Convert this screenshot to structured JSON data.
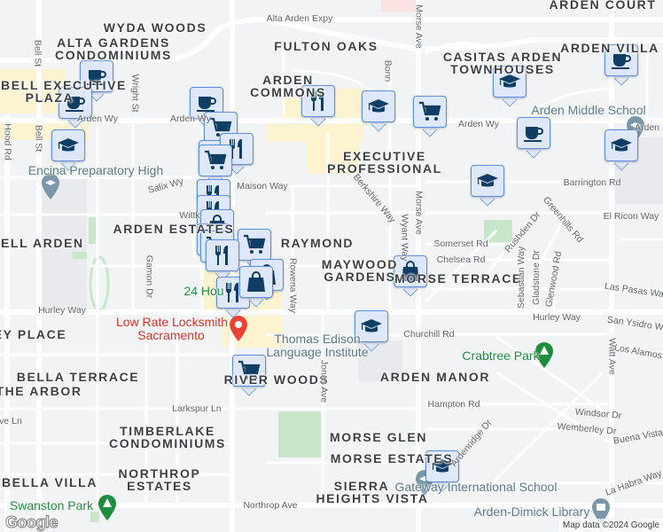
{
  "map": {
    "labels": [
      {
        "text": "WYDA WOODS",
        "kind": "hood"
      },
      {
        "text": "ALTA GARDENS",
        "kind": "hood"
      },
      {
        "text": "CONDOMINIUMS",
        "kind": "hood"
      },
      {
        "text": "BELL EXECUTIVE",
        "kind": "hood"
      },
      {
        "text": "PLAZA",
        "kind": "hood"
      },
      {
        "text": "FULTON OAKS",
        "kind": "hood"
      },
      {
        "text": "ARDEN",
        "kind": "hood"
      },
      {
        "text": "COMMONS",
        "kind": "hood"
      },
      {
        "text": "CASITAS ARDEN",
        "kind": "hood"
      },
      {
        "text": "TOWNHOUSES",
        "kind": "hood"
      },
      {
        "text": "ARDEN COURT",
        "kind": "hood"
      },
      {
        "text": "ARDEN VILLA",
        "kind": "hood"
      },
      {
        "text": "EXECUTIVE",
        "kind": "hood"
      },
      {
        "text": "PROFESSIONAL",
        "kind": "hood"
      },
      {
        "text": "ARDEN ESTATES",
        "kind": "hood"
      },
      {
        "text": "BELL ARDEN",
        "kind": "hood"
      },
      {
        "text": "RAYMOND",
        "kind": "hood"
      },
      {
        "text": "MAYWOOD",
        "kind": "hood"
      },
      {
        "text": "GARDENS",
        "kind": "hood"
      },
      {
        "text": "MORSE TERRACE",
        "kind": "hood"
      },
      {
        "text": "EY PLACE",
        "kind": "hood"
      },
      {
        "text": "BELLA TERRACE",
        "kind": "hood"
      },
      {
        "text": "THE ARBOR",
        "kind": "hood"
      },
      {
        "text": "RIVER WOODS",
        "kind": "hood"
      },
      {
        "text": "ARDEN MANOR",
        "kind": "hood"
      },
      {
        "text": "TIMBERLAKE",
        "kind": "hood"
      },
      {
        "text": "CONDOMINIUMS",
        "kind": "hood"
      },
      {
        "text": "MORSE GLEN",
        "kind": "hood"
      },
      {
        "text": "MORSE ESTATES",
        "kind": "hood"
      },
      {
        "text": "NORTHROP",
        "kind": "hood"
      },
      {
        "text": "ESTATES",
        "kind": "hood"
      },
      {
        "text": "BELLA VILLA",
        "kind": "hood"
      },
      {
        "text": "SIERRA",
        "kind": "hood"
      },
      {
        "text": "HEIGHTS VISTA",
        "kind": "hood"
      },
      {
        "text": "Alta Arden Expy",
        "kind": "street"
      },
      {
        "text": "Arden Wy",
        "kind": "street"
      },
      {
        "text": "Arden Wy",
        "kind": "street"
      },
      {
        "text": "Arden Wy",
        "kind": "street"
      },
      {
        "text": "Arden",
        "kind": "street"
      },
      {
        "text": "Bell St",
        "kind": "street",
        "rot": 90
      },
      {
        "text": "Bell St",
        "kind": "street",
        "rot": 90
      },
      {
        "text": "Hood Rd",
        "kind": "street",
        "rot": 90
      },
      {
        "text": "Wright St",
        "kind": "street",
        "rot": 90
      },
      {
        "text": "Bonn",
        "kind": "street",
        "rot": 90
      },
      {
        "text": "Morse Ave",
        "kind": "street",
        "rot": 90
      },
      {
        "text": "Morse Ave",
        "kind": "street",
        "rot": 90
      },
      {
        "text": "Salix Wy",
        "kind": "street",
        "rot": -15
      },
      {
        "text": "Maison Way",
        "kind": "street"
      },
      {
        "text": "Wittk",
        "kind": "street"
      },
      {
        "text": "Berkshire Way",
        "kind": "street",
        "rot": 50
      },
      {
        "text": "Wyant Way",
        "kind": "street",
        "rot": 90
      },
      {
        "text": "Barrington Rd",
        "kind": "street"
      },
      {
        "text": "El Ricon Way",
        "kind": "street"
      },
      {
        "text": "Somerset Rd",
        "kind": "street"
      },
      {
        "text": "Chelsea Rd",
        "kind": "street"
      },
      {
        "text": "Rushden Dr",
        "kind": "street",
        "rot": -50
      },
      {
        "text": "Greenhills Rd",
        "kind": "street",
        "rot": 50
      },
      {
        "text": "Gamon Dr",
        "kind": "street",
        "rot": 90
      },
      {
        "text": "Rowena Way",
        "kind": "street",
        "rot": 90
      },
      {
        "text": "Sebastian Way",
        "kind": "street",
        "rot": -90
      },
      {
        "text": "Gladstone Dr",
        "kind": "street",
        "rot": -90
      },
      {
        "text": "Glenwood Rd",
        "kind": "street",
        "rot": -80
      },
      {
        "text": "Las Pasas Way",
        "kind": "street",
        "rot": 8
      },
      {
        "text": "Hurley Way",
        "kind": "street"
      },
      {
        "text": "Hurley Way",
        "kind": "street"
      },
      {
        "text": "San Ysidro Way",
        "kind": "street",
        "rot": 8
      },
      {
        "text": "Churchill Rd",
        "kind": "street"
      },
      {
        "text": "Los Alamos",
        "kind": "street",
        "rot": 10
      },
      {
        "text": "Watt Ave",
        "kind": "street",
        "rot": 90
      },
      {
        "text": "Jonas Ave",
        "kind": "street",
        "rot": 90
      },
      {
        "text": "Larkspur Ln",
        "kind": "street"
      },
      {
        "text": "Hampton Rd",
        "kind": "street"
      },
      {
        "text": "Windsor Dr",
        "kind": "street",
        "rot": 5
      },
      {
        "text": "Wemberley Dr",
        "kind": "street",
        "rot": 5
      },
      {
        "text": "Buena Vista",
        "kind": "street",
        "rot": -10
      },
      {
        "text": "La Habra Way",
        "kind": "street",
        "rot": -20
      },
      {
        "text": "Ardenridge Dr",
        "kind": "street",
        "rot": -50
      },
      {
        "text": "Northrop Ave",
        "kind": "street"
      },
      {
        "text": "ve Ln",
        "kind": "street"
      },
      {
        "text": "Encina Preparatory High",
        "kind": "poi"
      },
      {
        "text": "Arden Middle School",
        "kind": "poi"
      },
      {
        "text": "Low Rate Locksmith",
        "kind": "poi red"
      },
      {
        "text": "Sacramento",
        "kind": "poi red"
      },
      {
        "text": "24 Hou",
        "kind": "poi green"
      },
      {
        "text": "Thomas Edison",
        "kind": "poi"
      },
      {
        "text": "Language Institute",
        "kind": "poi"
      },
      {
        "text": "Crabtree Park",
        "kind": "poi green"
      },
      {
        "text": "Swanston Park",
        "kind": "poi green"
      },
      {
        "text": "Gateway International School",
        "kind": "poi"
      },
      {
        "text": "Arden-Dimick Library",
        "kind": "poi"
      }
    ],
    "markers": [
      {
        "type": "coffee"
      },
      {
        "type": "coffee"
      },
      {
        "type": "school"
      },
      {
        "type": "coffee"
      },
      {
        "type": "cart"
      },
      {
        "type": "cart"
      },
      {
        "type": "restaurant"
      },
      {
        "type": "cart"
      },
      {
        "type": "restaurant"
      },
      {
        "type": "school"
      },
      {
        "type": "school"
      },
      {
        "type": "cart"
      },
      {
        "type": "coffee"
      },
      {
        "type": "coffee"
      },
      {
        "type": "school"
      },
      {
        "type": "school"
      },
      {
        "type": "restaurant"
      },
      {
        "type": "restaurant"
      },
      {
        "type": "shopping"
      },
      {
        "type": "cart"
      },
      {
        "type": "cart"
      },
      {
        "type": "cart"
      },
      {
        "type": "shopping"
      },
      {
        "type": "restaurant"
      },
      {
        "type": "shopping"
      },
      {
        "type": "restaurant"
      },
      {
        "type": "shopping"
      },
      {
        "type": "school"
      },
      {
        "type": "cart"
      },
      {
        "type": "school"
      }
    ],
    "colors": {
      "marker_fill": "#dfe8fb",
      "marker_border": "#5b8ee0",
      "marker_icon": "#0f3d63",
      "road": "#ffffff",
      "land": "#f1f3f4",
      "park": "#c8e6c9",
      "commercial": "#fdf3d0"
    },
    "logo": "Google",
    "attribution": "Map data ©2024 Google"
  }
}
